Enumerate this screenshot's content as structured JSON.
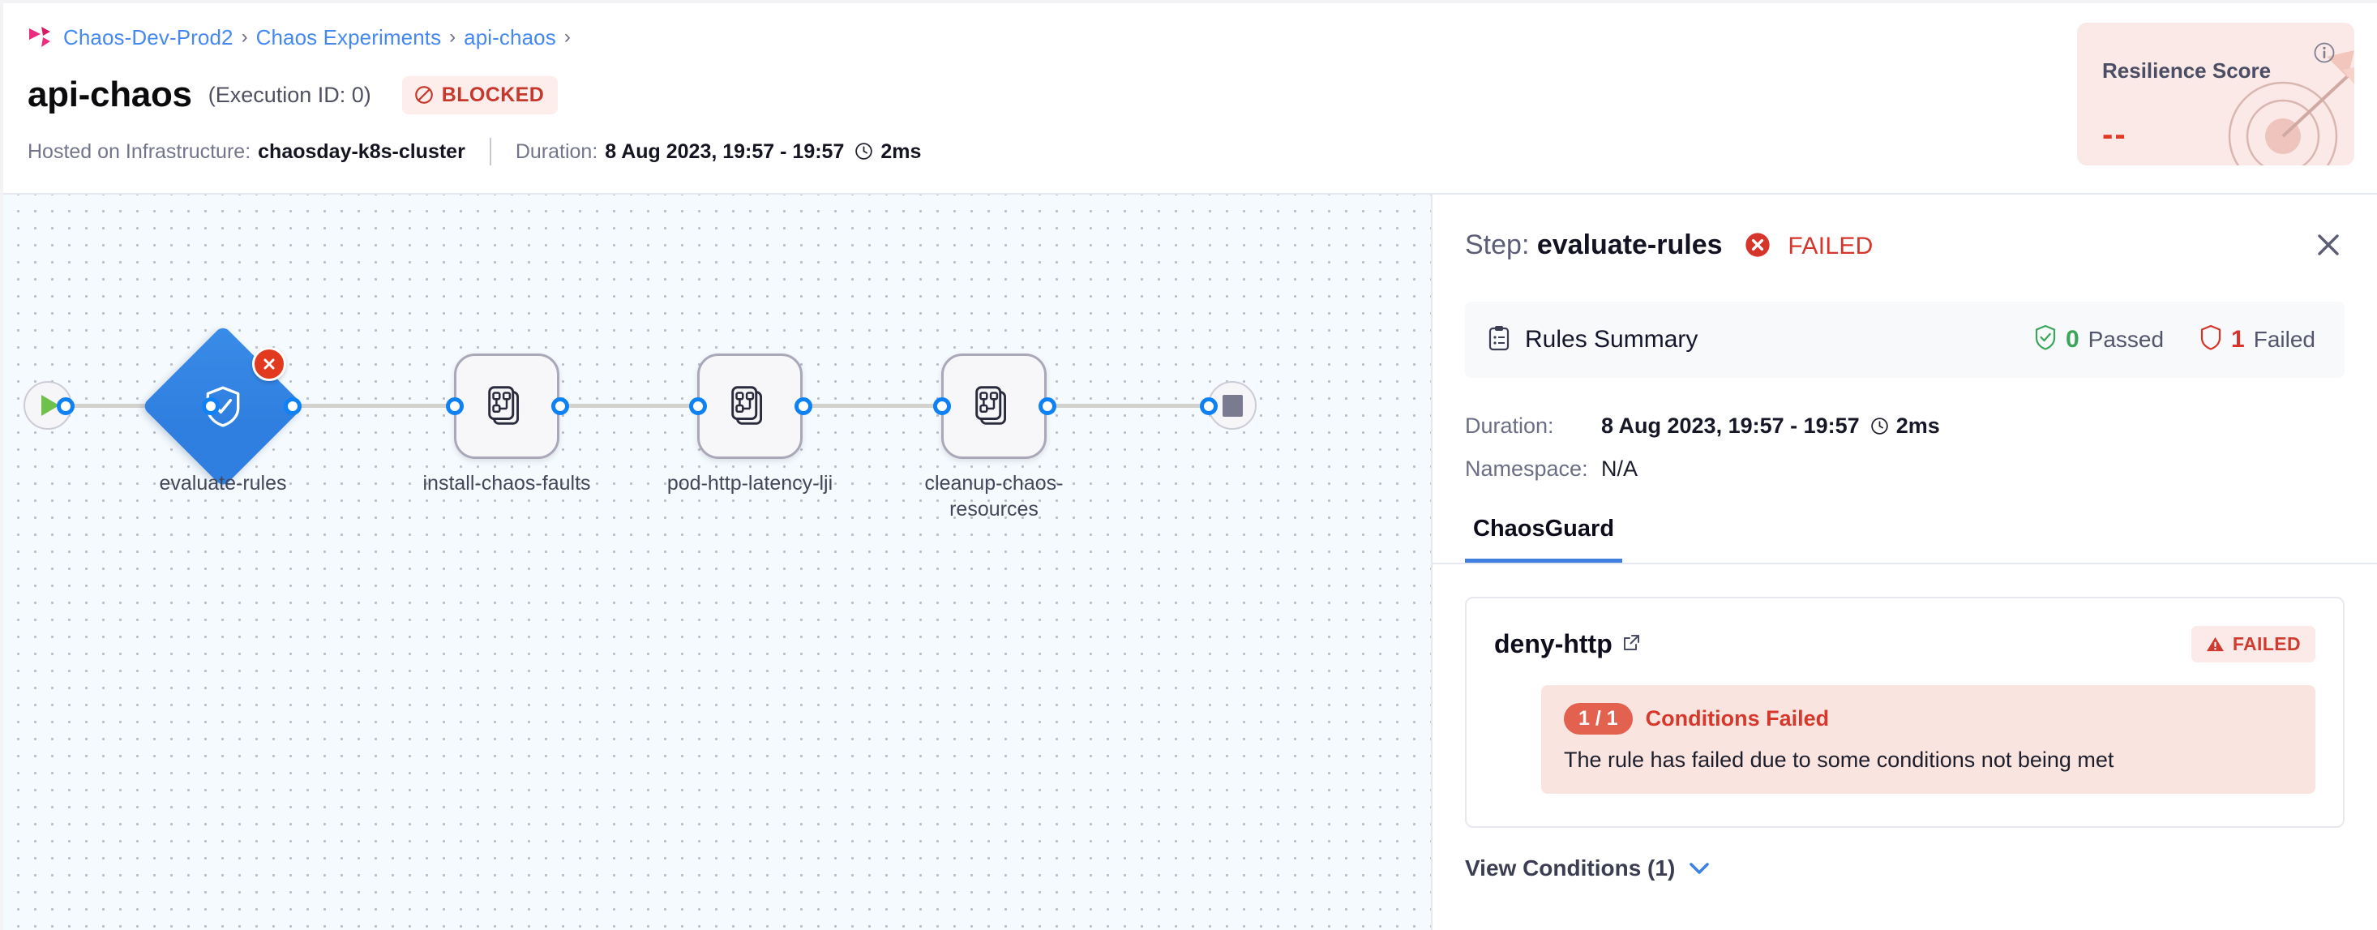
{
  "breadcrumb": {
    "logo_icon": "harness-logo-icon",
    "items": [
      "Chaos-Dev-Prod2",
      "Chaos Experiments",
      "api-chaos"
    ],
    "separator": "›",
    "trailing_separator": "›"
  },
  "header": {
    "title": "api-chaos",
    "execution_id": "(Execution ID: 0)",
    "status": "BLOCKED",
    "status_icon": "blocked-icon",
    "status_color": "#c7382c",
    "status_bg": "#fdeeec",
    "infra_label": "Hosted on Infrastructure:",
    "infra_value": "chaosday-k8s-cluster",
    "duration_label": "Duration:",
    "duration_value": "8 Aug 2023, 19:57 - 19:57",
    "duration_time": "2ms",
    "clock_icon": "clock-icon"
  },
  "resilience_score": {
    "title": "Resilience Score",
    "value": "--",
    "info_icon": "info-icon",
    "art_icon": "target-dart-icon",
    "bg": "#fbe9e7",
    "value_color": "#e03a24"
  },
  "canvas": {
    "start_node": {
      "name": "start-node",
      "icon": "play-icon"
    },
    "end_node": {
      "name": "end-node",
      "icon": "stop-icon"
    },
    "nodes": [
      {
        "id": "evaluate-rules",
        "label": "evaluate-rules",
        "shape": "diamond",
        "icon": "shield-check-icon",
        "status": "failed",
        "badge_icon": "error-x-icon",
        "color": "#2f7fe0"
      },
      {
        "id": "install-chaos-faults",
        "label": "install-chaos-faults",
        "shape": "rounded-square",
        "icon": "chaos-fault-icon",
        "status": "not-started"
      },
      {
        "id": "pod-http-latency-lji",
        "label": "pod-http-latency-lji",
        "shape": "rounded-square",
        "icon": "chaos-fault-icon",
        "status": "not-started"
      },
      {
        "id": "cleanup-chaos-resources",
        "label": "cleanup-chaos-resources",
        "shape": "rounded-square",
        "icon": "chaos-fault-icon",
        "status": "not-started"
      }
    ]
  },
  "panel": {
    "step_prefix": "Step:",
    "step_name": "evaluate-rules",
    "step_status": "FAILED",
    "step_status_icon": "error-circle-icon",
    "close_icon": "close-icon",
    "rules_summary": {
      "icon": "clipboard-icon",
      "title": "Rules Summary",
      "passed_count": "0",
      "passed_label": "Passed",
      "passed_icon": "shield-check-green-icon",
      "failed_count": "1",
      "failed_label": "Failed",
      "failed_icon": "shield-red-icon"
    },
    "details": [
      {
        "key": "Duration:",
        "value": "8 Aug 2023, 19:57 - 19:57",
        "suffix": "2ms",
        "icon": "clock-icon"
      },
      {
        "key": "Namespace:",
        "value": "N/A"
      }
    ],
    "tabs": [
      {
        "label": "ChaosGuard",
        "active": true
      }
    ],
    "rule": {
      "name": "deny-http",
      "external_link_icon": "external-link-icon",
      "status": "FAILED",
      "status_icon": "warning-triangle-icon",
      "condition": {
        "count": "1 / 1",
        "label": "Conditions Failed",
        "text": "The rule has failed due to some conditions not being met"
      }
    },
    "view_conditions": {
      "label": "View Conditions (1)",
      "chevron_icon": "chevron-down-icon"
    }
  }
}
